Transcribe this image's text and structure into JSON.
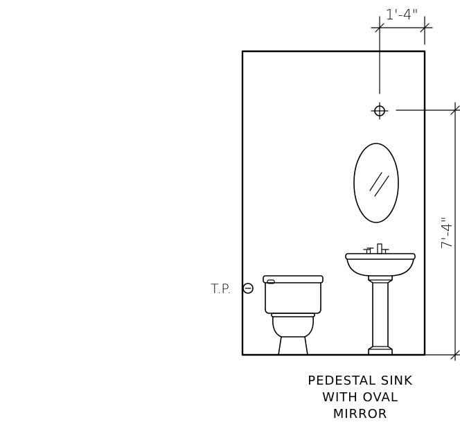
{
  "dimensions": {
    "width_label": "1'-4\"",
    "height_label": "7'-4\""
  },
  "labels": {
    "toilet_paper": "T.P."
  },
  "caption": {
    "line1": "PEDESTAL SINK",
    "line2": "WITH OVAL",
    "line3": "MIRROR"
  },
  "icons": [
    "light-fixture-icon",
    "oval-mirror-icon",
    "pedestal-sink-icon",
    "toilet-icon",
    "toilet-paper-holder-icon"
  ]
}
